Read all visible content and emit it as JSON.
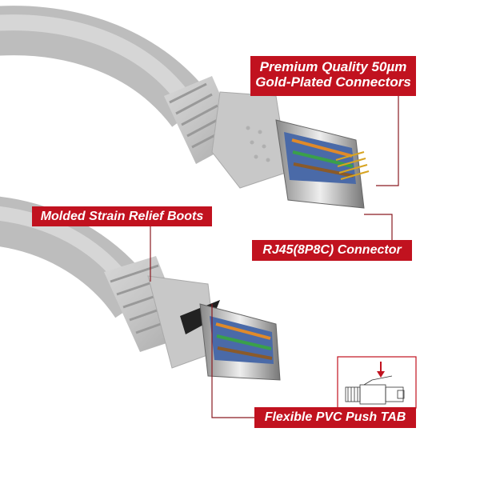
{
  "labels": {
    "connectors_line1": "Premium Quality 50µm",
    "connectors_line2": "Gold-Plated Connectors",
    "boots": "Molded Strain Relief Boots",
    "rj45": "RJ45(8P8C) Connector",
    "push_tab": "Flexible PVC Push TAB"
  },
  "colors": {
    "accent": "#c1121f",
    "cable": "#c9c9c9"
  }
}
